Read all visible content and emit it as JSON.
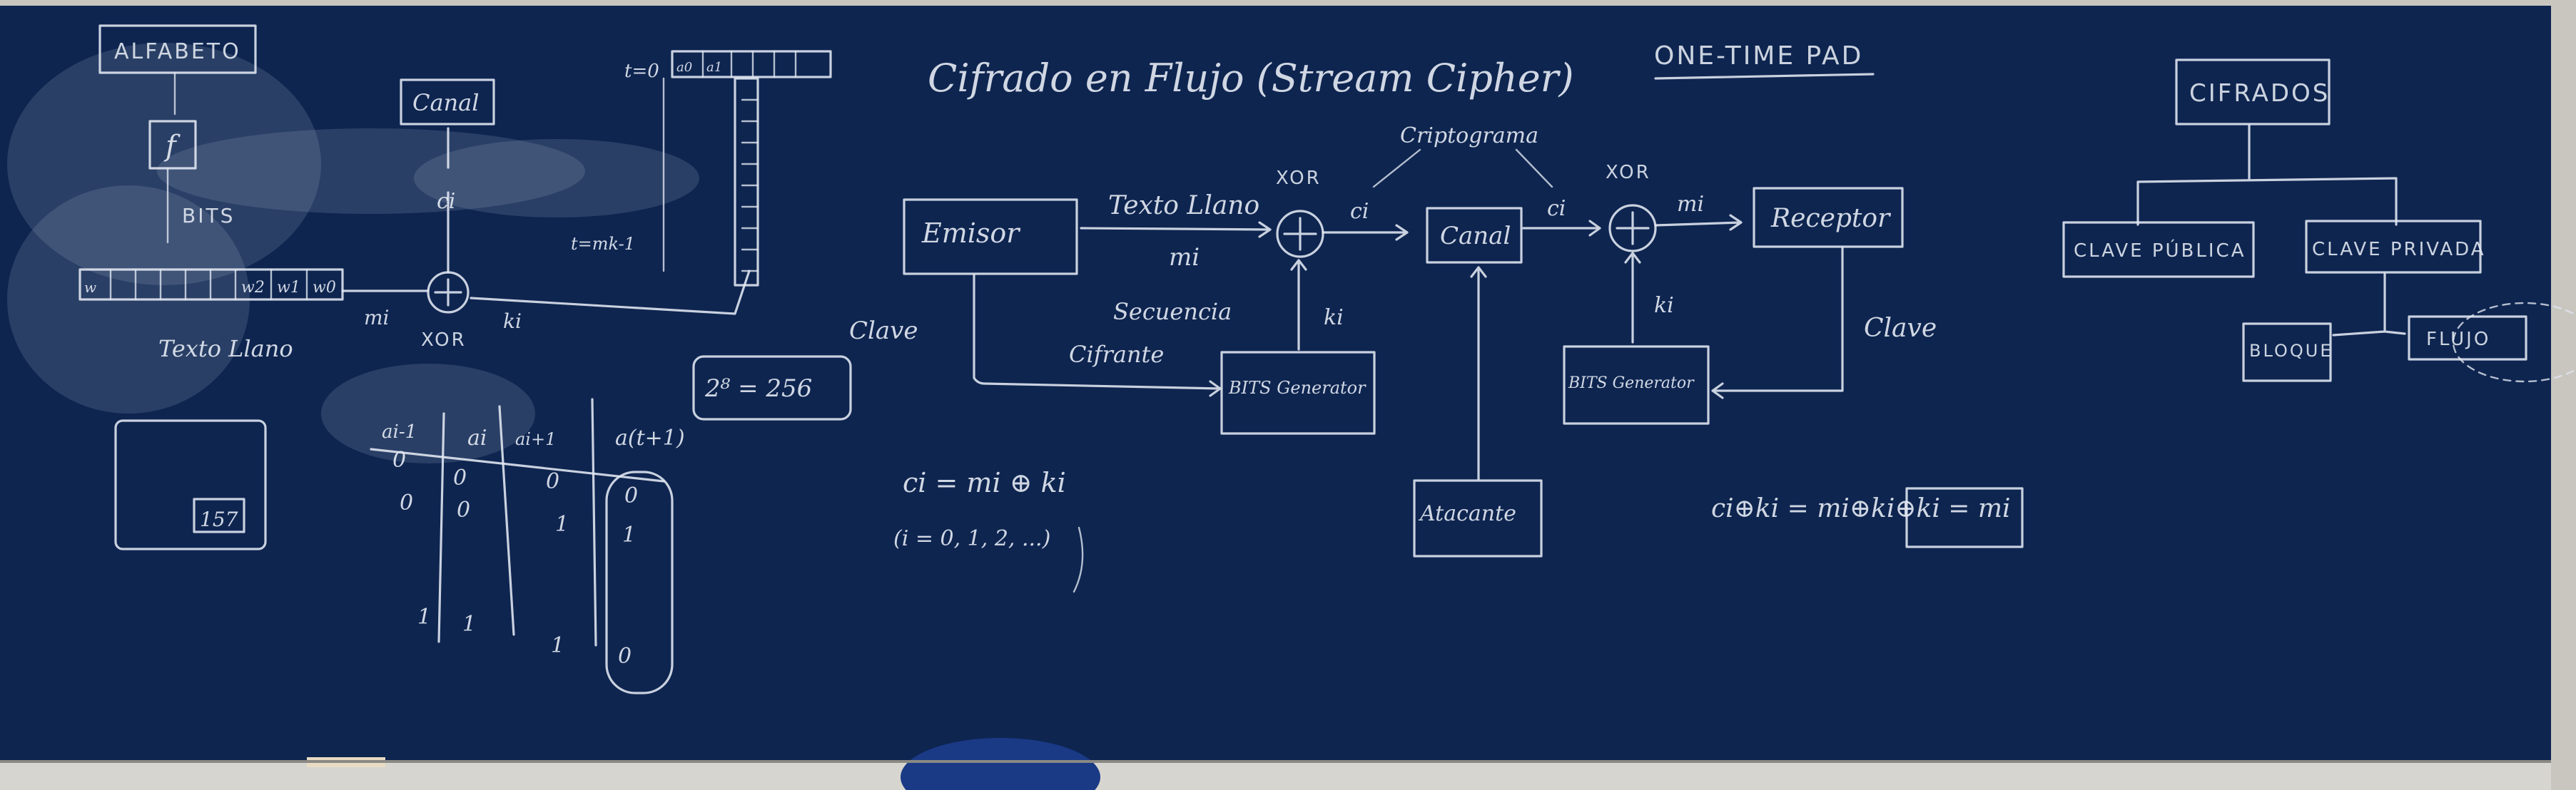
{
  "board": {
    "background_color": "#0e2550",
    "chalk_color": "#e6ebf3",
    "frame_color": "#c9c6c0"
  },
  "left_section": {
    "alfabeto": "ALFABETO",
    "f": "f",
    "bits": "BITS",
    "canal": "Canal",
    "ci": "ci",
    "mi": "mi",
    "ki": "ki",
    "xor": "XOR",
    "texto_llano": "Texto Llano",
    "register_cells": [
      "w2",
      "w1",
      "w0"
    ],
    "box_num": "157",
    "t0": "t=0",
    "register_top_cells": [
      "a0",
      "a1"
    ],
    "t_m": "t=mk-1",
    "pow": "2⁸ = 256",
    "table_headers": [
      "ai-1",
      "ai",
      "ai+1",
      "a(t+1)"
    ],
    "table_rows": [
      [
        "0",
        "0",
        "0",
        "0"
      ],
      [
        "0",
        "0",
        "1",
        "1"
      ],
      [
        "1",
        "1",
        "1",
        "0"
      ]
    ]
  },
  "center_section": {
    "title": "Cifrado en Flujo (Stream Cipher)",
    "emisor": "Emisor",
    "texto_llano": "Texto Llano",
    "mi": "mi",
    "xor": "XOR",
    "ci": "ci",
    "criptograma": "Criptograma",
    "canal": "Canal",
    "receptor": "Receptor",
    "secuencia": "Secuencia",
    "cifrante": "Cifrante",
    "ki": "ki",
    "clave": "Clave",
    "bits_generator": "BITS Generator",
    "atacante": "Atacante",
    "formula1": "ci = mi ⊕ ki",
    "formula2": "(i = 0, 1, 2, ...)"
  },
  "one_time_pad": {
    "title": "ONE-TIME PAD",
    "formula": "ci⊕ki = mi⊕ki⊕ki = mi"
  },
  "right_section": {
    "cifrados": "CIFRADOS",
    "clave_publica": "CLAVE PÚBLICA",
    "clave_privada": "CLAVE PRIVADA",
    "bloque": "BLOQUE",
    "flujo": "FLUJO"
  }
}
